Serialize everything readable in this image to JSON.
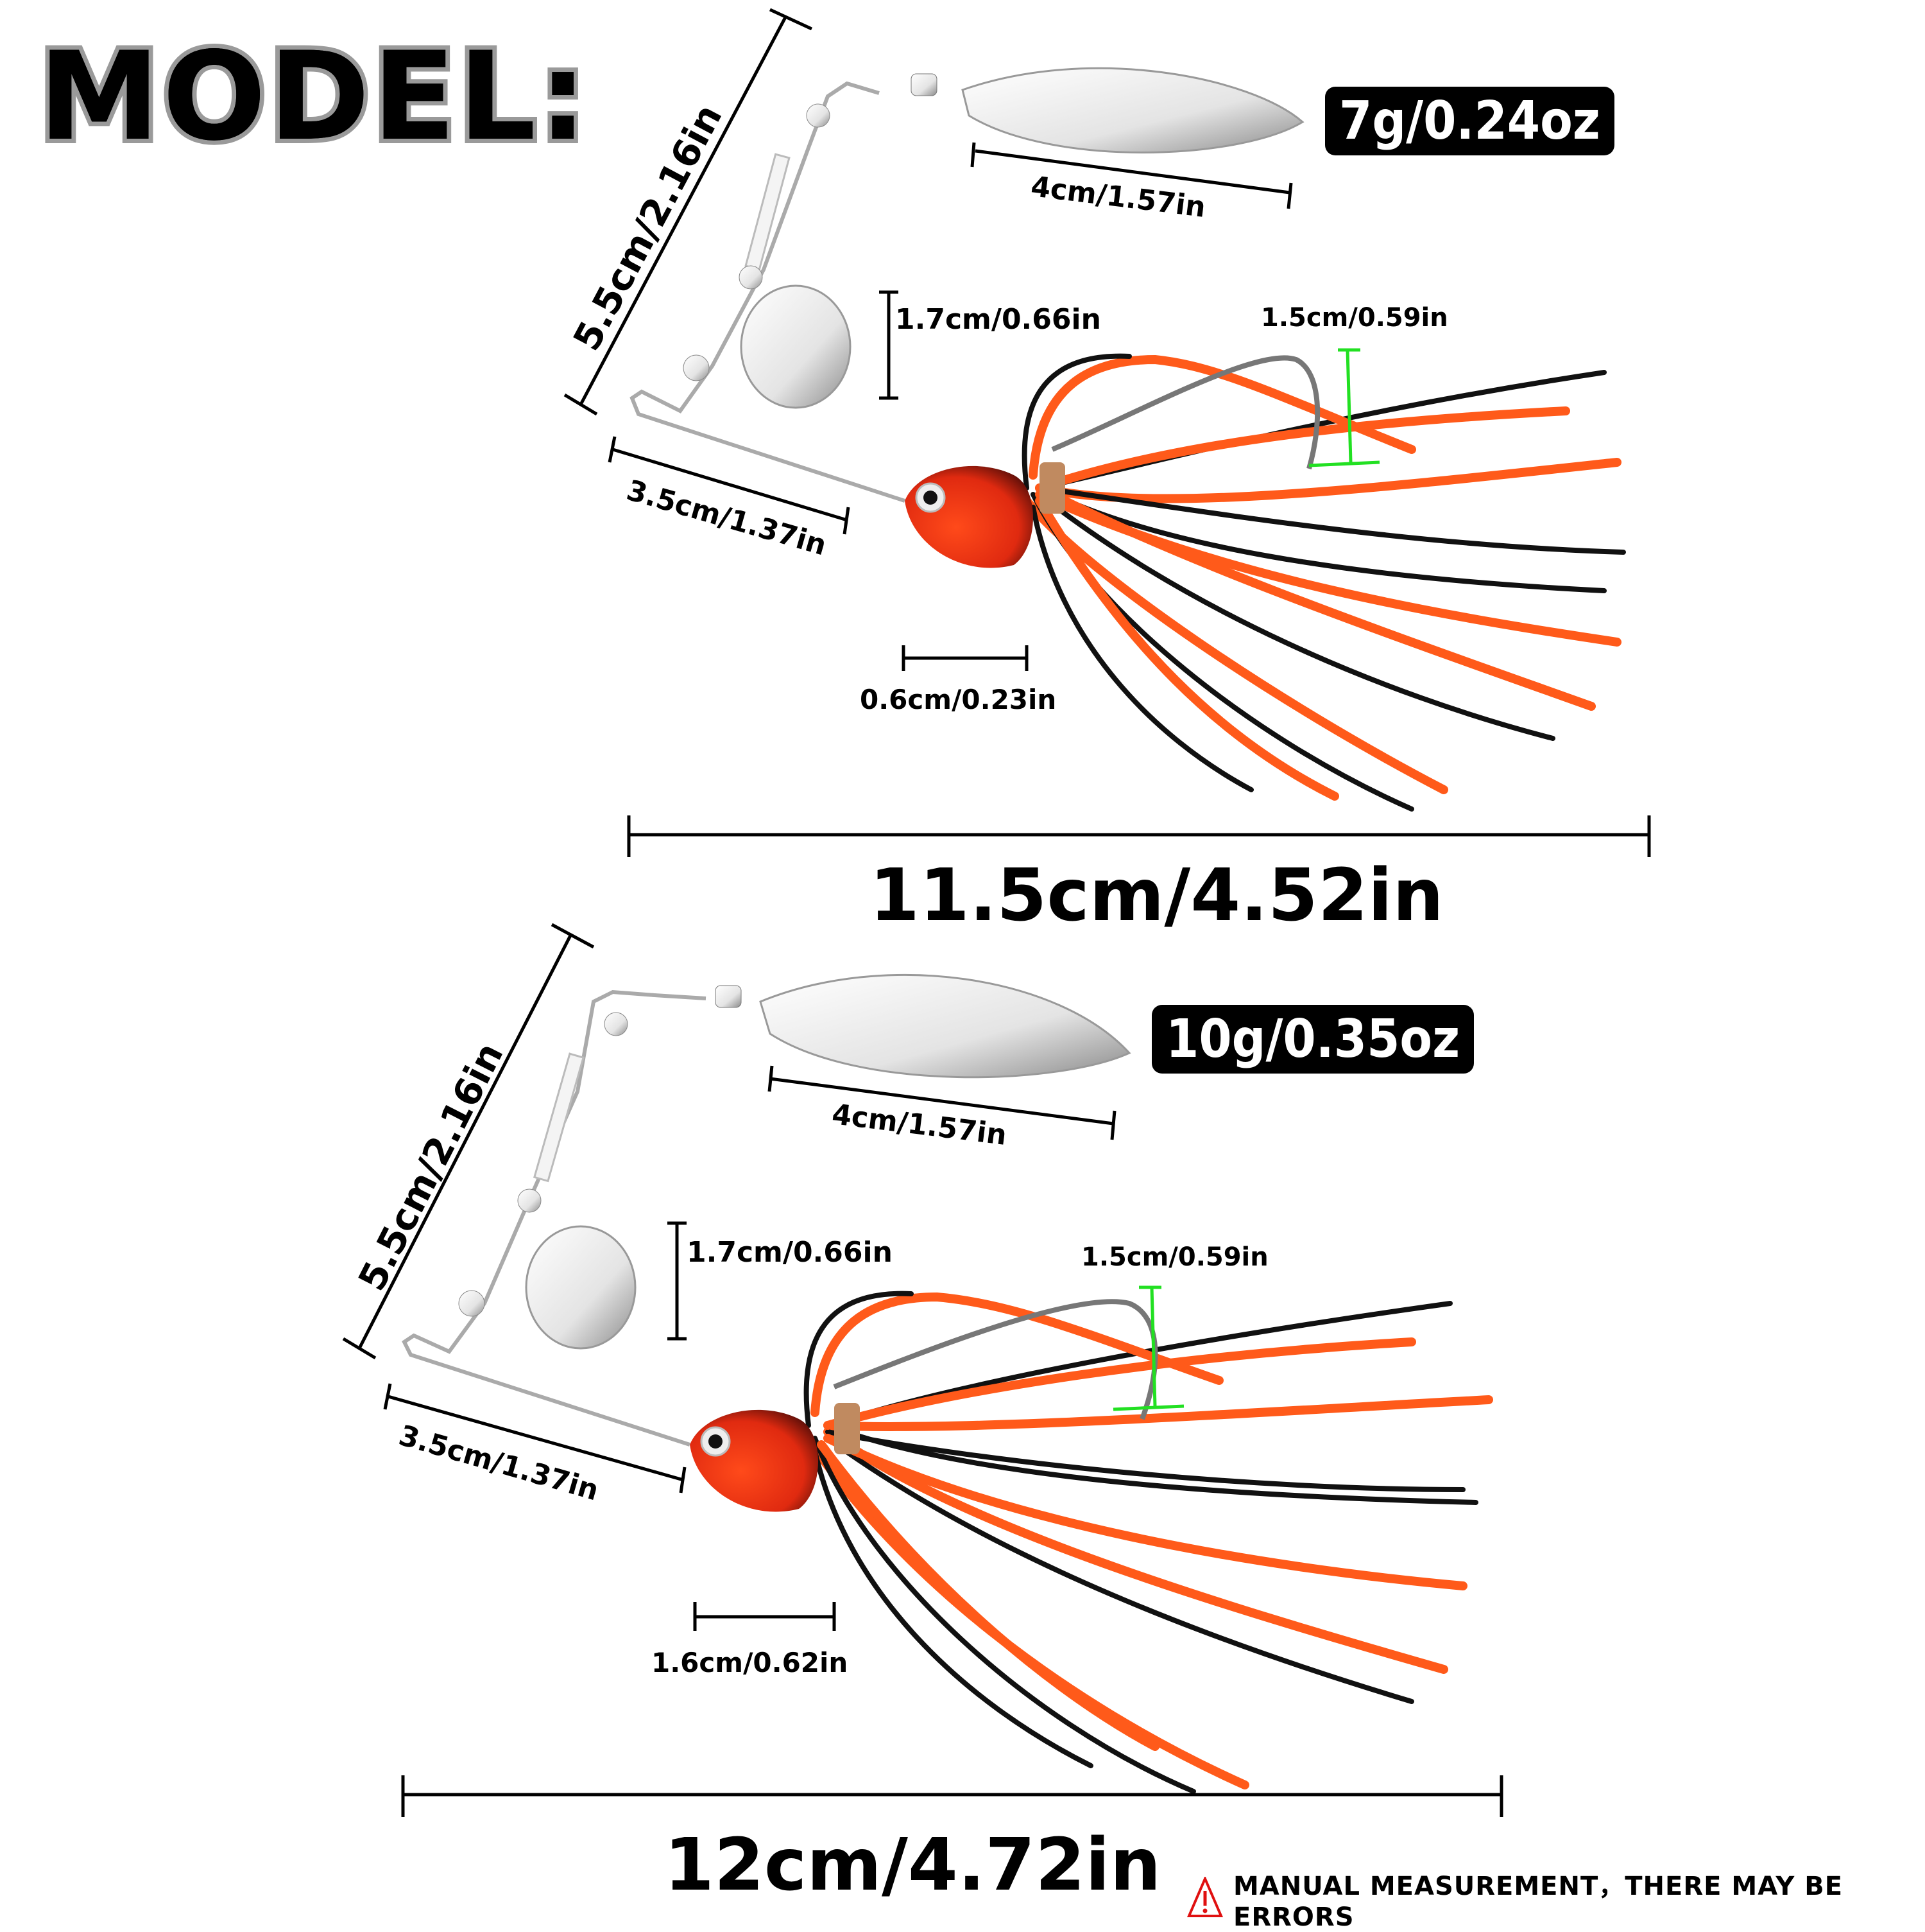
{
  "title": "MODEL:",
  "models": [
    {
      "weight": "7g/0.24oz",
      "total_length": "11.5cm/4.52in",
      "arm_length": "5.5cm/2.16in",
      "willow_blade_length": "4cm/1.57in",
      "colorado_blade_height": "1.7cm/0.66in",
      "hook_gap": "1.5cm/0.59in",
      "wire_length": "3.5cm/1.37in",
      "head_width": "0.6cm/0.23in"
    },
    {
      "weight": "10g/0.35oz",
      "total_length": "12cm/4.72in",
      "arm_length": "5.5cm/2.16in",
      "willow_blade_length": "4cm/1.57in",
      "colorado_blade_height": "1.7cm/0.66in",
      "hook_gap": "1.5cm/0.59in",
      "wire_length": "3.5cm/1.37in",
      "head_width": "1.6cm/0.62in"
    }
  ],
  "warning": {
    "icon": "warning-triangle-icon",
    "text": "MANUAL MEASUREMENT，THERE MAY BE ERRORS",
    "color": "#e01010"
  },
  "colors": {
    "skirt_orange": "#ff5a1a",
    "skirt_black": "#111111",
    "head_red": "#e8301a",
    "blade_silver": "#d8d8d8",
    "hook_gap_marker": "#22e022"
  }
}
